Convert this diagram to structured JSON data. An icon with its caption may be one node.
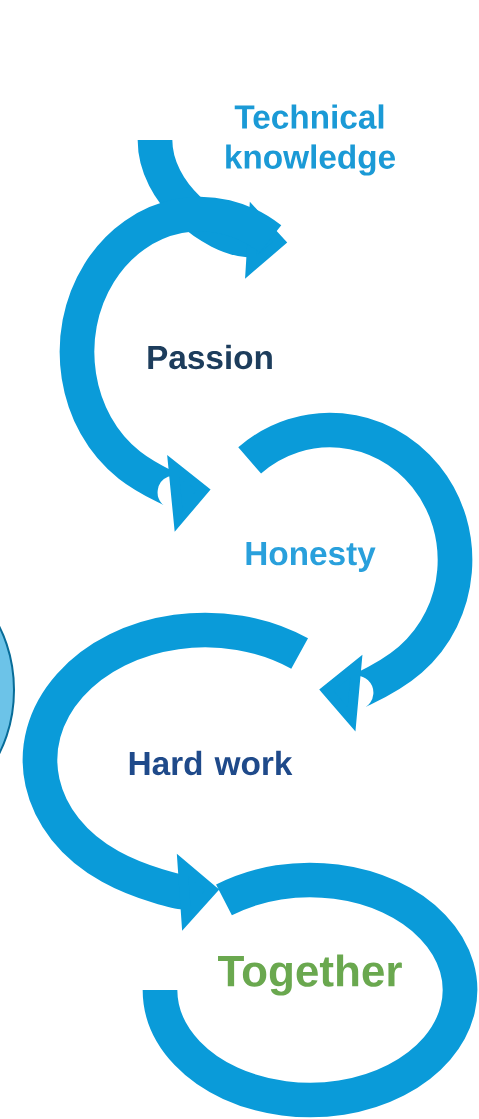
{
  "diagram": {
    "nodes": [
      {
        "text": [
          "Technical knowledge"
        ]
      },
      {
        "text": [
          "Passion"
        ]
      },
      {
        "text": [
          "Honesty"
        ]
      },
      {
        "text": [
          "Hard work"
        ]
      },
      {
        "text": [
          "Together"
        ]
      }
    ]
  }
}
